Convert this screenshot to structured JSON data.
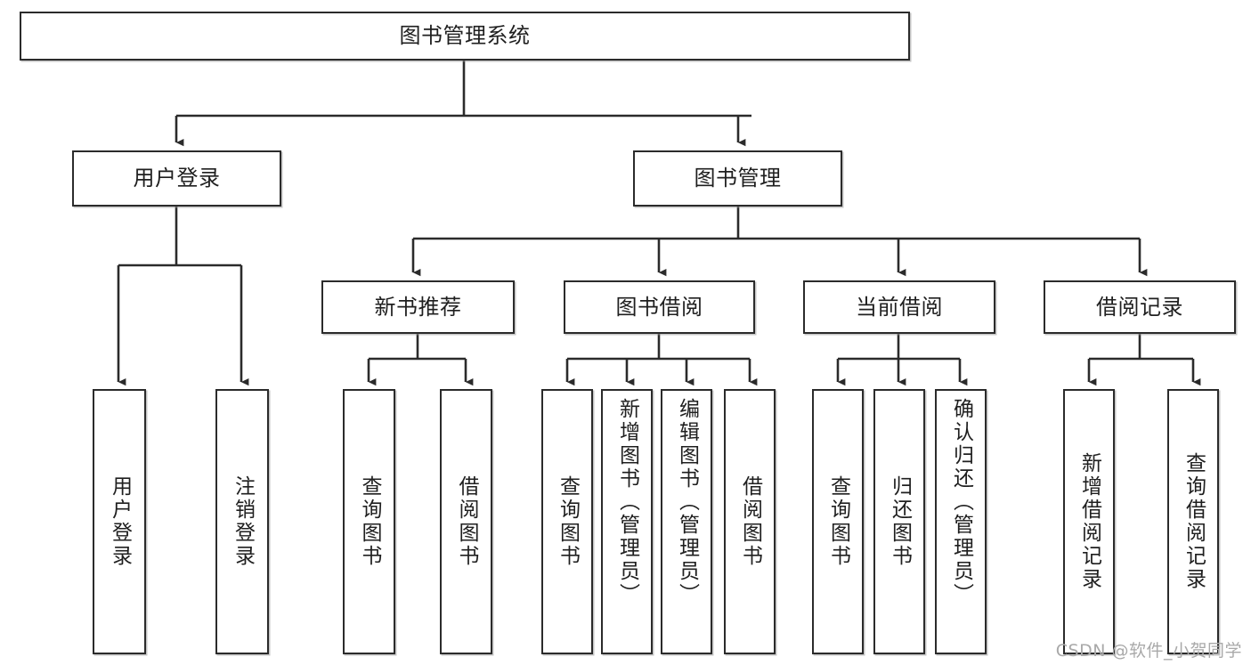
{
  "diagram": {
    "title": "图书管理系统",
    "type": "tree-hierarchy",
    "stroke_color": "#2b2b2b",
    "fill_color": "#ffffff",
    "text_color": "#1f1f1f",
    "watermark": "CSDN @软件_小贺同学"
  },
  "nodes": {
    "root": {
      "label": "图书管理系统"
    },
    "level2": [
      {
        "id": "user-login",
        "label": "用户登录"
      },
      {
        "id": "book-management",
        "label": "图书管理"
      }
    ],
    "level3": [
      {
        "id": "new-book-recommend",
        "label": "新书推荐"
      },
      {
        "id": "book-borrow",
        "label": "图书借阅"
      },
      {
        "id": "current-borrow",
        "label": "当前借阅"
      },
      {
        "id": "borrow-record",
        "label": "借阅记录"
      }
    ],
    "leaves": {
      "user_login": [
        {
          "id": "leaf-user-login",
          "label": "用户登录"
        },
        {
          "id": "leaf-logout-login",
          "label": "注销登录"
        }
      ],
      "new_book_recommend": [
        {
          "id": "leaf-query-book-1",
          "label": "查询图书"
        },
        {
          "id": "leaf-borrow-book-1",
          "label": "借阅图书"
        }
      ],
      "book_borrow": [
        {
          "id": "leaf-query-book-2",
          "label": "查询图书"
        },
        {
          "id": "leaf-add-book",
          "label": "新增图书（管理员）"
        },
        {
          "id": "leaf-edit-book",
          "label": "编辑图书（管理员）"
        },
        {
          "id": "leaf-borrow-book-2",
          "label": "借阅图书"
        }
      ],
      "current_borrow": [
        {
          "id": "leaf-query-book-3",
          "label": "查询图书"
        },
        {
          "id": "leaf-return-book",
          "label": "归还图书"
        },
        {
          "id": "leaf-confirm-return",
          "label": "确认归还（管理员）"
        }
      ],
      "borrow_record": [
        {
          "id": "leaf-add-record",
          "label": "新增借阅记录"
        },
        {
          "id": "leaf-query-record",
          "label": "查询借阅记录"
        }
      ]
    }
  }
}
